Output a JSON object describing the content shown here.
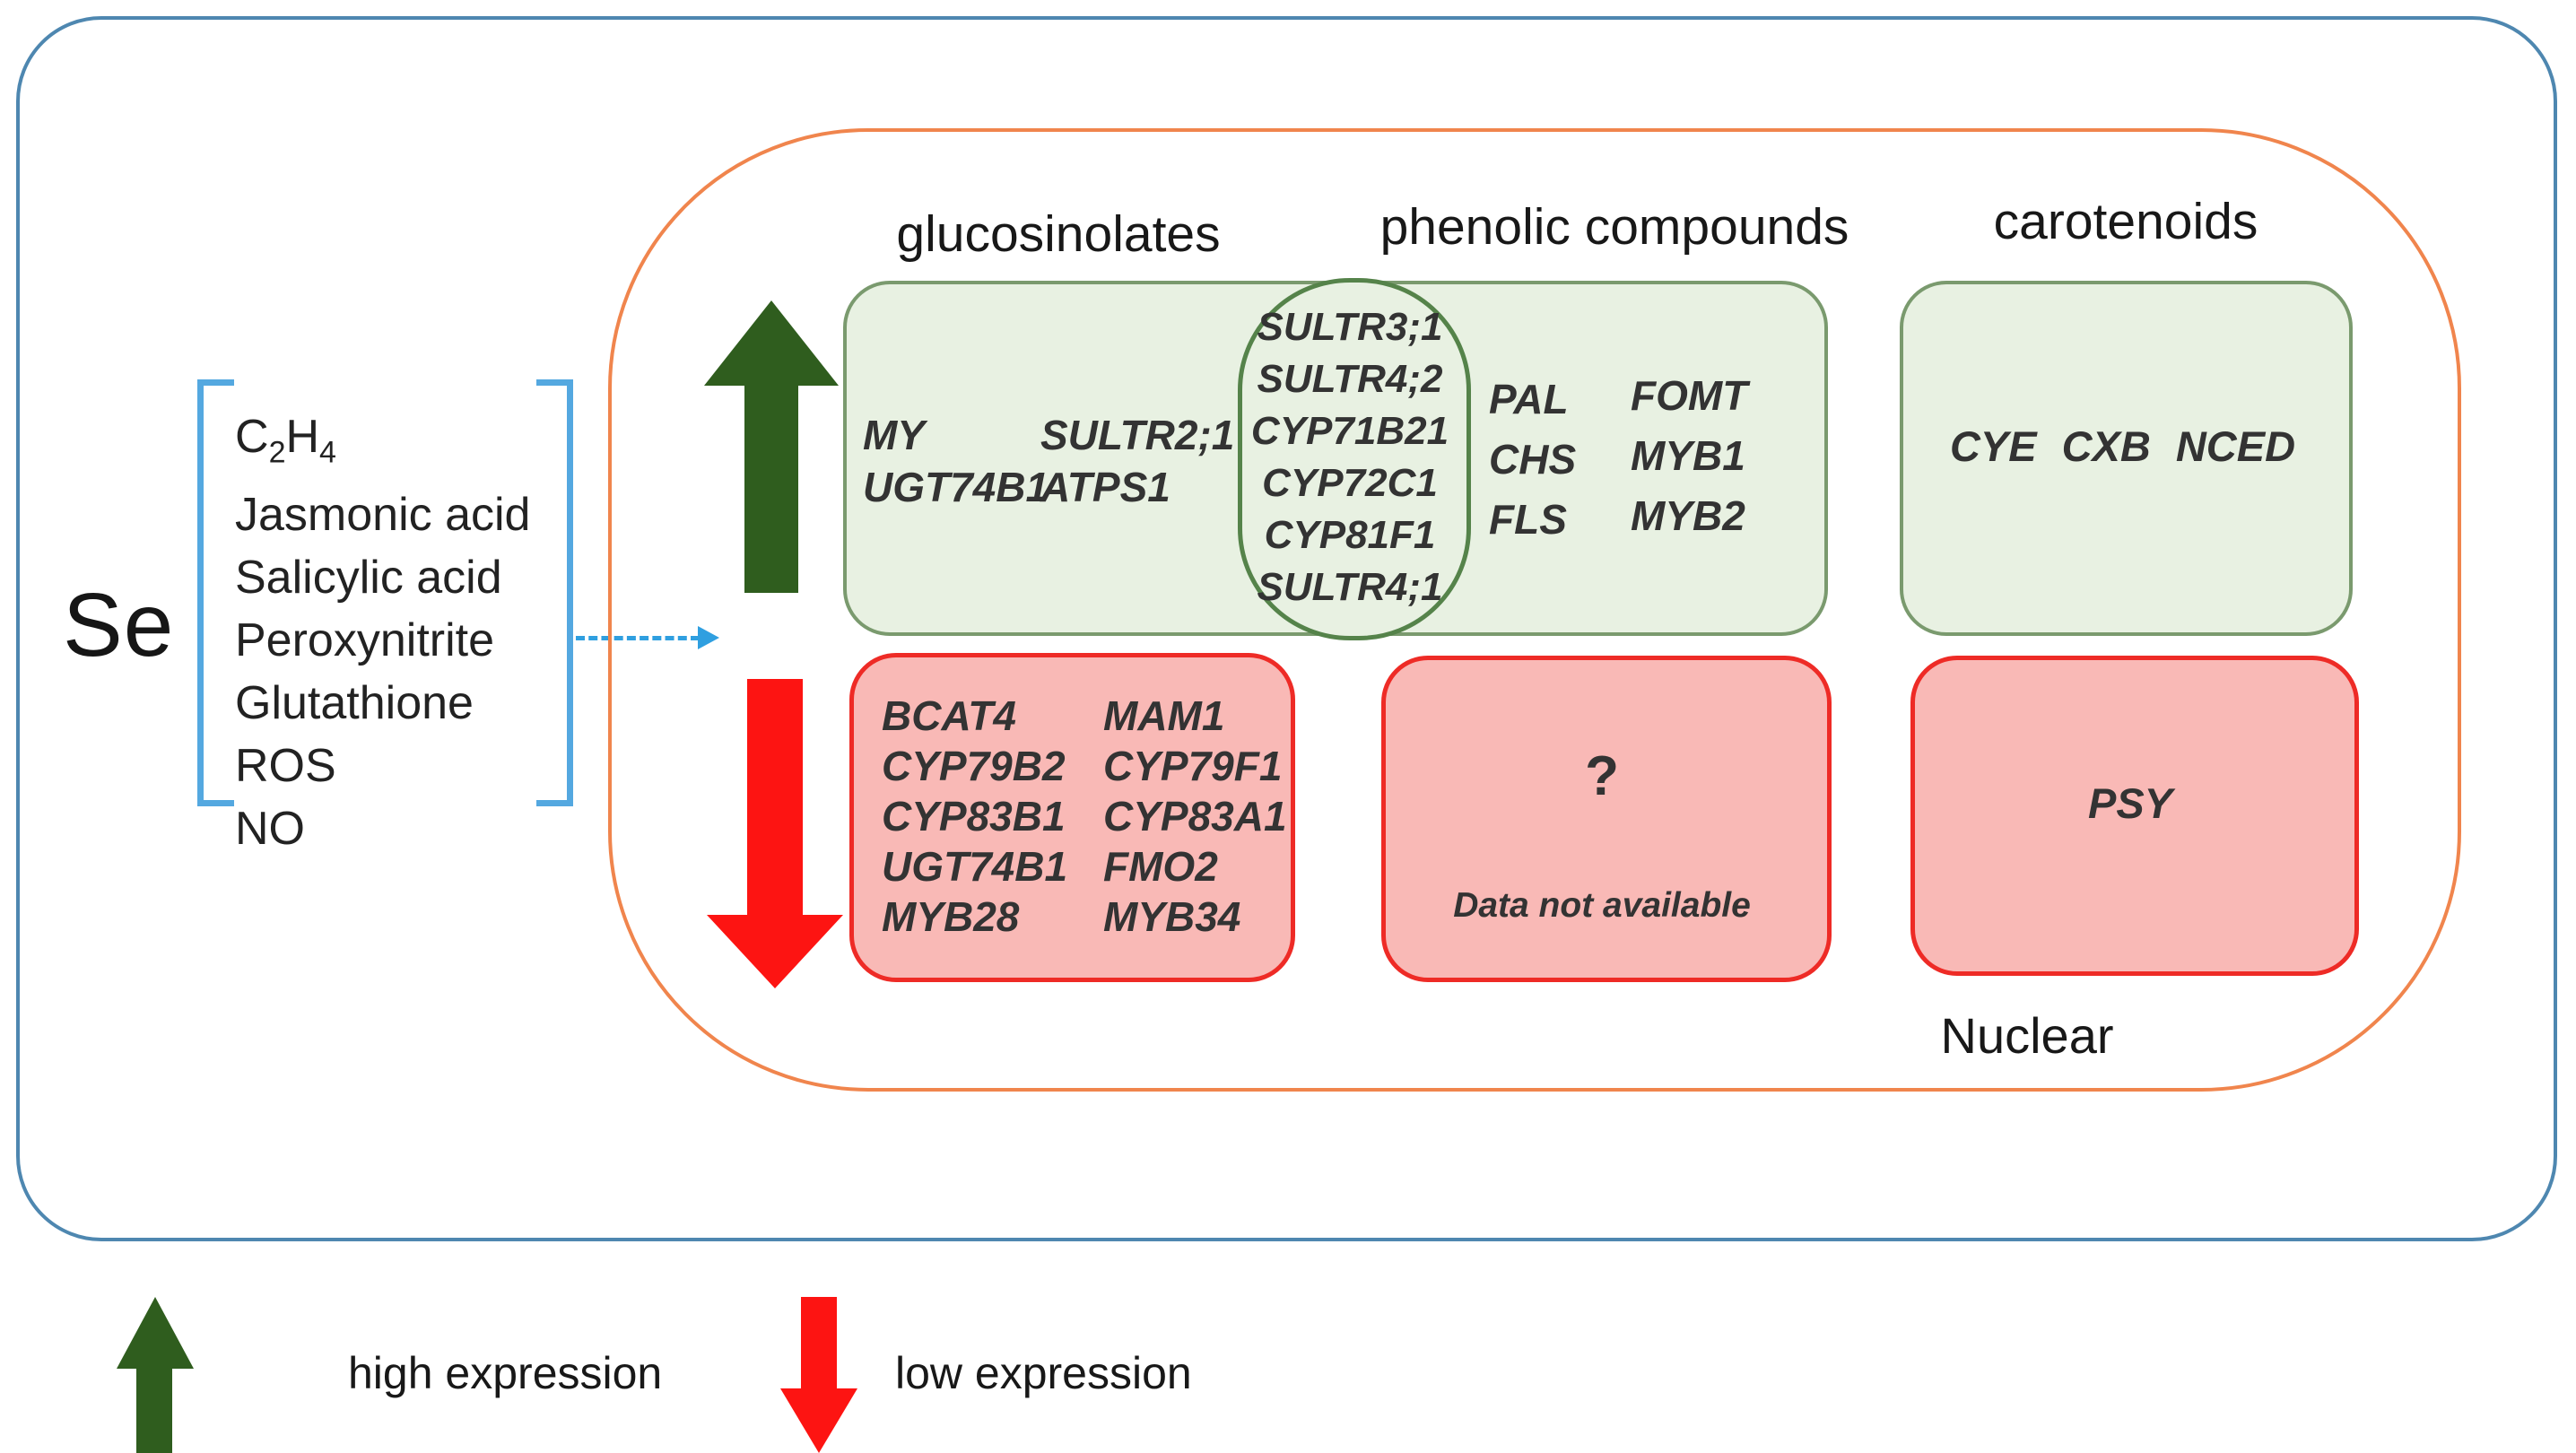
{
  "se_label": "Se",
  "formula": {
    "c": "C",
    "c_sub": "2",
    "h": "H",
    "h_sub": "4"
  },
  "signal_molecules": [
    "Jasmonic acid",
    "Salicylic acid",
    "Peroxynitrite",
    "Glutathione",
    "ROS",
    "NO"
  ],
  "headers": {
    "glucosinolates": "glucosinolates",
    "phenolic": "phenolic compounds",
    "carotenoids": "carotenoids"
  },
  "high_expression": {
    "glucosinolates_col1": [
      "MY",
      "UGT74B1"
    ],
    "glucosinolates_col2": [
      "SULTR2;1",
      "ATPS1"
    ],
    "shared_oval_genes": [
      "SULTR3;1",
      "SULTR4;2",
      "CYP71B21",
      "CYP72C1",
      "CYP81F1",
      "SULTR4;1"
    ],
    "phenolic_col1": [
      "PAL",
      "CHS",
      "FLS"
    ],
    "phenolic_col2": [
      "FOMT",
      "MYB1",
      "MYB2"
    ],
    "carotenoids_genes": [
      "CYE",
      "CXB",
      "NCED"
    ]
  },
  "low_expression": {
    "glucosinolates_col1": [
      "BCAT4",
      "CYP79B2",
      "CYP83B1",
      "UGT74B1",
      "MYB28"
    ],
    "glucosinolates_col2": [
      "MAM1",
      "CYP79F1",
      "CYP83A1",
      "FMO2",
      "MYB34"
    ],
    "phenolic_question_mark": "?",
    "phenolic_note": "Data not available",
    "carotenoids_genes": [
      "PSY"
    ]
  },
  "nuclear_label": "Nuclear",
  "legend": {
    "high_label": "high expression",
    "low_label": "low expression"
  },
  "colors": {
    "outer_frame_blue": "#4e87b0",
    "cell_outline_orange": "#f0854d",
    "bracket_blue": "#54a8e0",
    "dashed_arrow_blue": "#2f9fe0",
    "high_box_fill_green": "#e8f1e2",
    "high_box_border_green": "#7a9a6e",
    "shared_oval_border_green": "#55834a",
    "low_box_fill_pink": "#f9b9b6",
    "low_box_border_red": "#ee2b26",
    "up_arrow_green": "#2f5d1e",
    "down_arrow_red": "#fd1412"
  }
}
